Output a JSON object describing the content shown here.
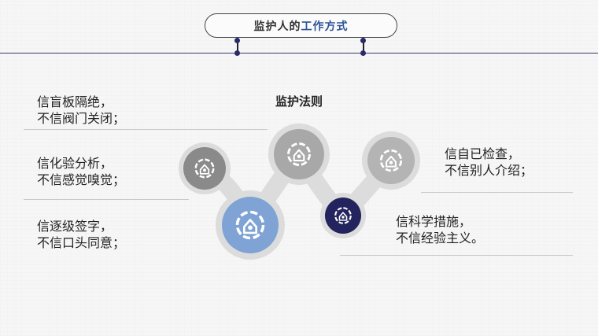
{
  "header": {
    "title_part1": "监护人的",
    "title_part2": "工作方式"
  },
  "law_title": "监护法则",
  "left_items": [
    {
      "line1": "信盲板隔绝，",
      "line2": "不信阀门关闭；"
    },
    {
      "line1": "信化验分析，",
      "line2": "不信感觉嗅觉；"
    },
    {
      "line1": "信逐级签字，",
      "line2": "不信口头同意；"
    }
  ],
  "right_items": [
    {
      "line1": "信自已检查，",
      "line2": "不信别人介绍；"
    },
    {
      "line1": "信科学措施，",
      "line2": "不信经验主义。"
    }
  ],
  "colors": {
    "accent_blue": "#2f5597",
    "navy": "#23235e",
    "light_blue": "#7ea3d4",
    "gray_dark": "#8a8a8a",
    "gray_mid": "#a8a8a8",
    "gray_light": "#b4b4b4"
  },
  "icons": [
    "gear-house-icon",
    "gear-house-icon",
    "gear-house-icon",
    "gear-house-icon",
    "gear-house-icon"
  ]
}
